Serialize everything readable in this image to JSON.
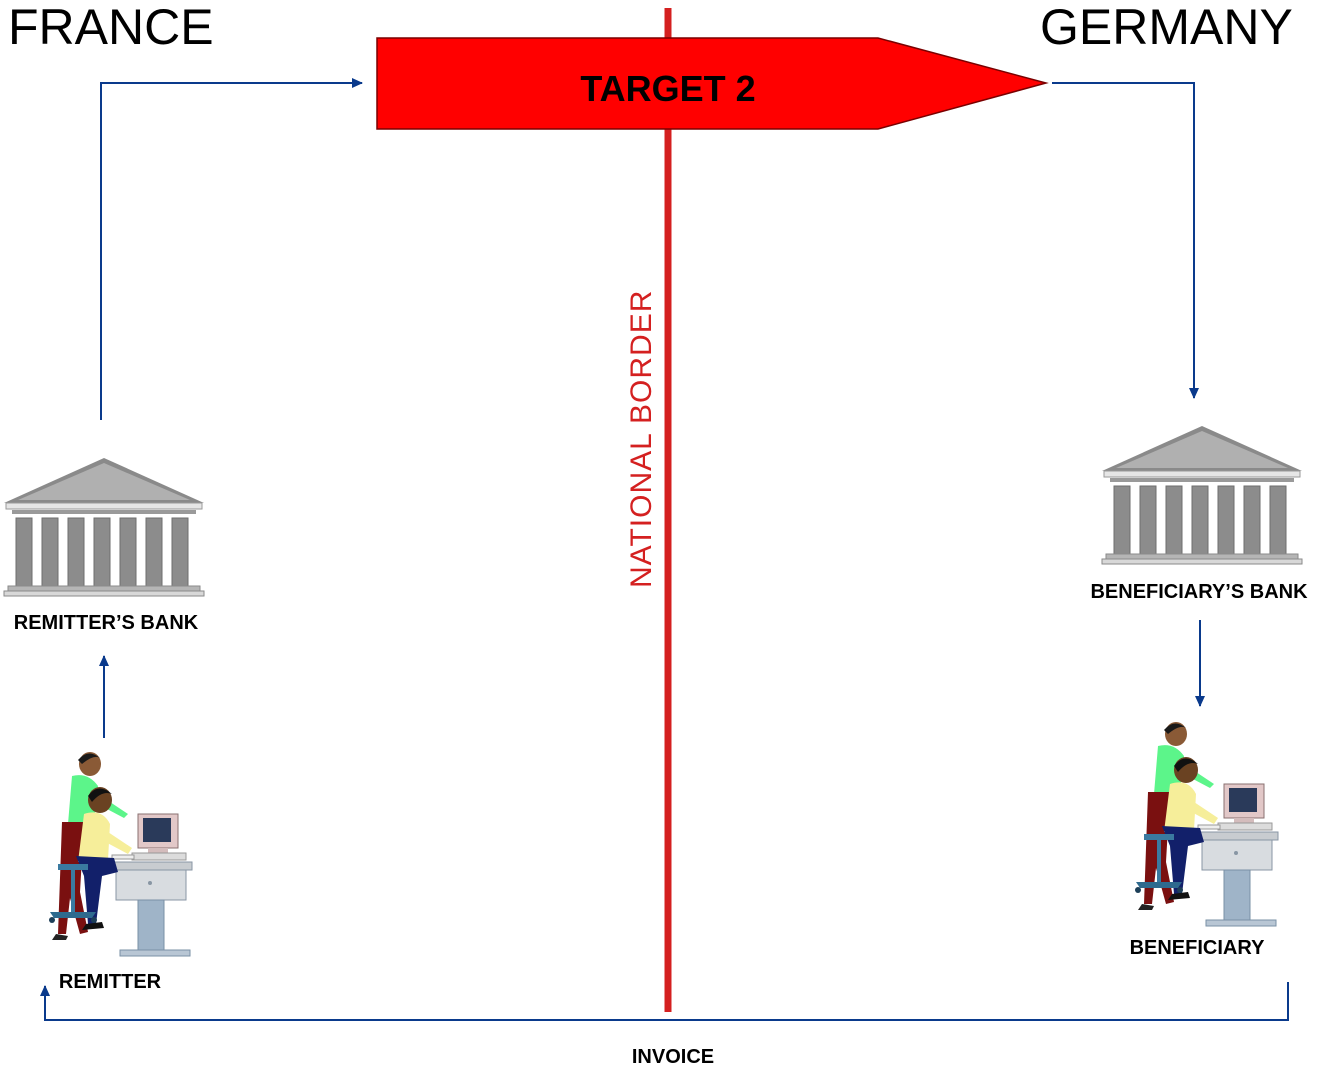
{
  "countries": {
    "left": "FRANCE",
    "right": "GERMANY"
  },
  "target": {
    "label": "TARGET 2"
  },
  "border": {
    "label": "NATIONAL BORDER"
  },
  "nodes": {
    "remitter_bank": "REMITTER’S BANK",
    "beneficiary_bank": "BENEFICIARY’S BANK",
    "remitter": "REMITTER",
    "beneficiary": "BENEFICIARY"
  },
  "flows": {
    "invoice": "INVOICE"
  },
  "colors": {
    "arrow": "#0a3a8c",
    "target_fill": "#ff0000",
    "border_line": "#d42020",
    "bank_gray": "#8c8c8c"
  }
}
